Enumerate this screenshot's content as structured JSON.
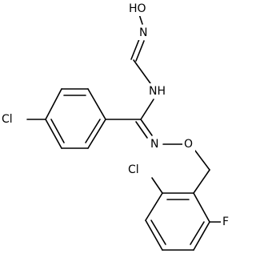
{
  "molecule": {
    "atoms": {
      "hydroxyl": "HO",
      "oxime_n_top": "N",
      "amine_nh": "NH",
      "chloro_left": "Cl",
      "imine_n": "N",
      "ether_o": "O",
      "chloro_benzyl": "Cl",
      "fluoro": "F"
    }
  }
}
